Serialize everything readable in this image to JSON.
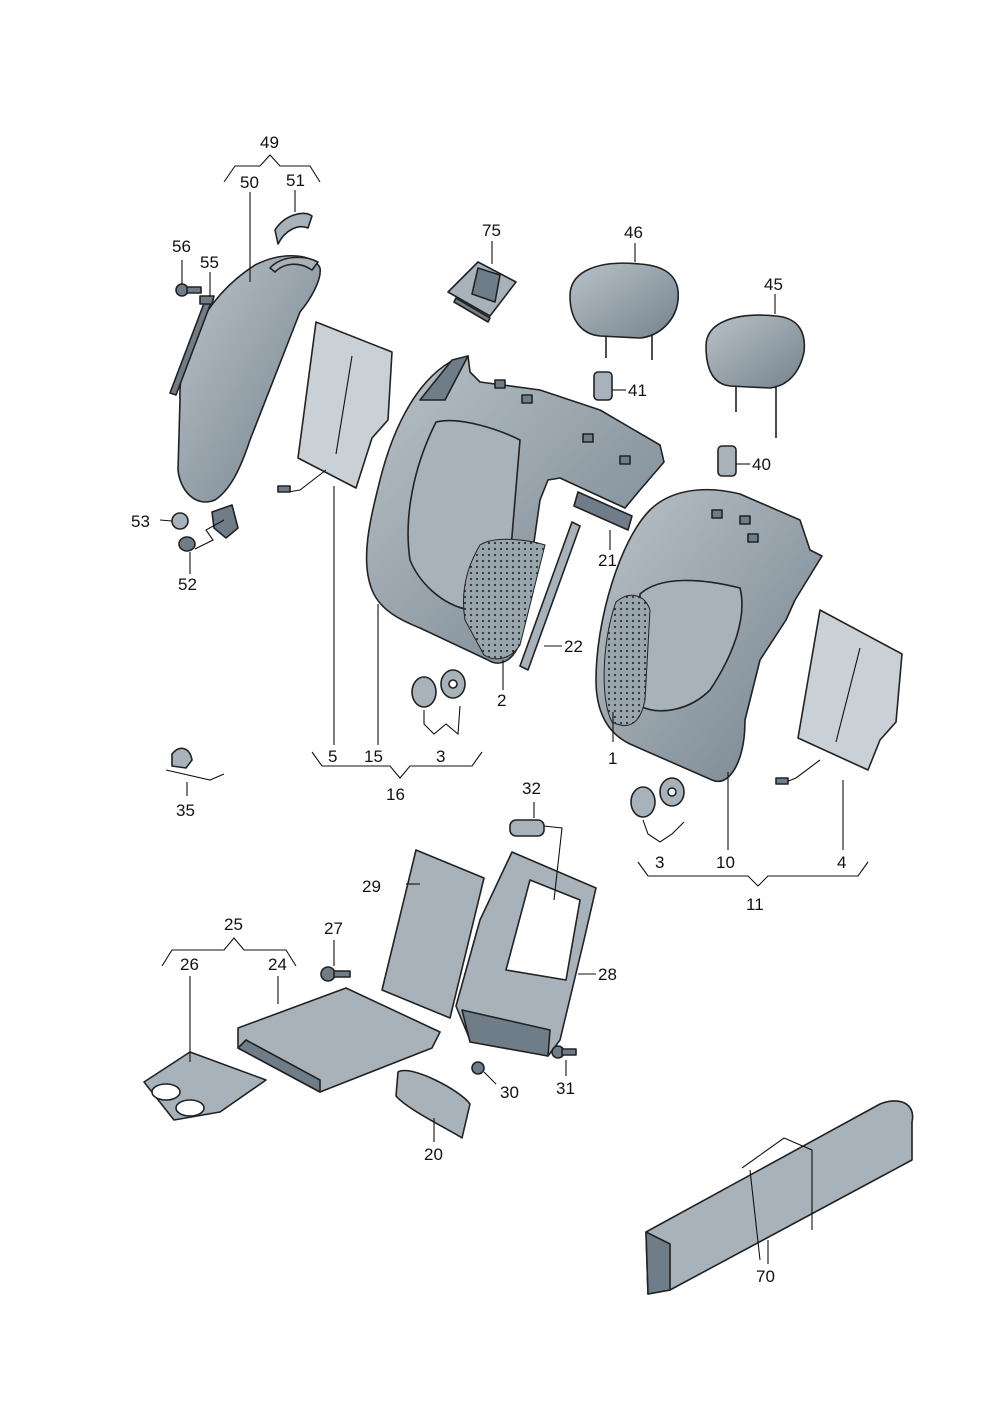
{
  "labels": {
    "p49": "49",
    "p50": "50",
    "p51": "51",
    "p56": "56",
    "p55": "55",
    "p53": "53",
    "p52": "52",
    "p75": "75",
    "p46": "46",
    "p45": "45",
    "p41": "41",
    "p40": "40",
    "p21": "21",
    "p22": "22",
    "p2": "2",
    "p1": "1",
    "p3a": "3",
    "p3b": "3",
    "p5": "5",
    "p15": "15",
    "p16": "16",
    "p35": "35",
    "p32": "32",
    "p10": "10",
    "p4": "4",
    "p11": "11",
    "p29": "29",
    "p28": "28",
    "p25": "25",
    "p26": "26",
    "p24": "24",
    "p27": "27",
    "p30": "30",
    "p31": "31",
    "p20": "20",
    "p70": "70"
  },
  "colors": {
    "part_main": "#8e9ba5",
    "part_light": "#a7b2ba",
    "part_dark": "#6f7d88",
    "outline": "#222222"
  }
}
